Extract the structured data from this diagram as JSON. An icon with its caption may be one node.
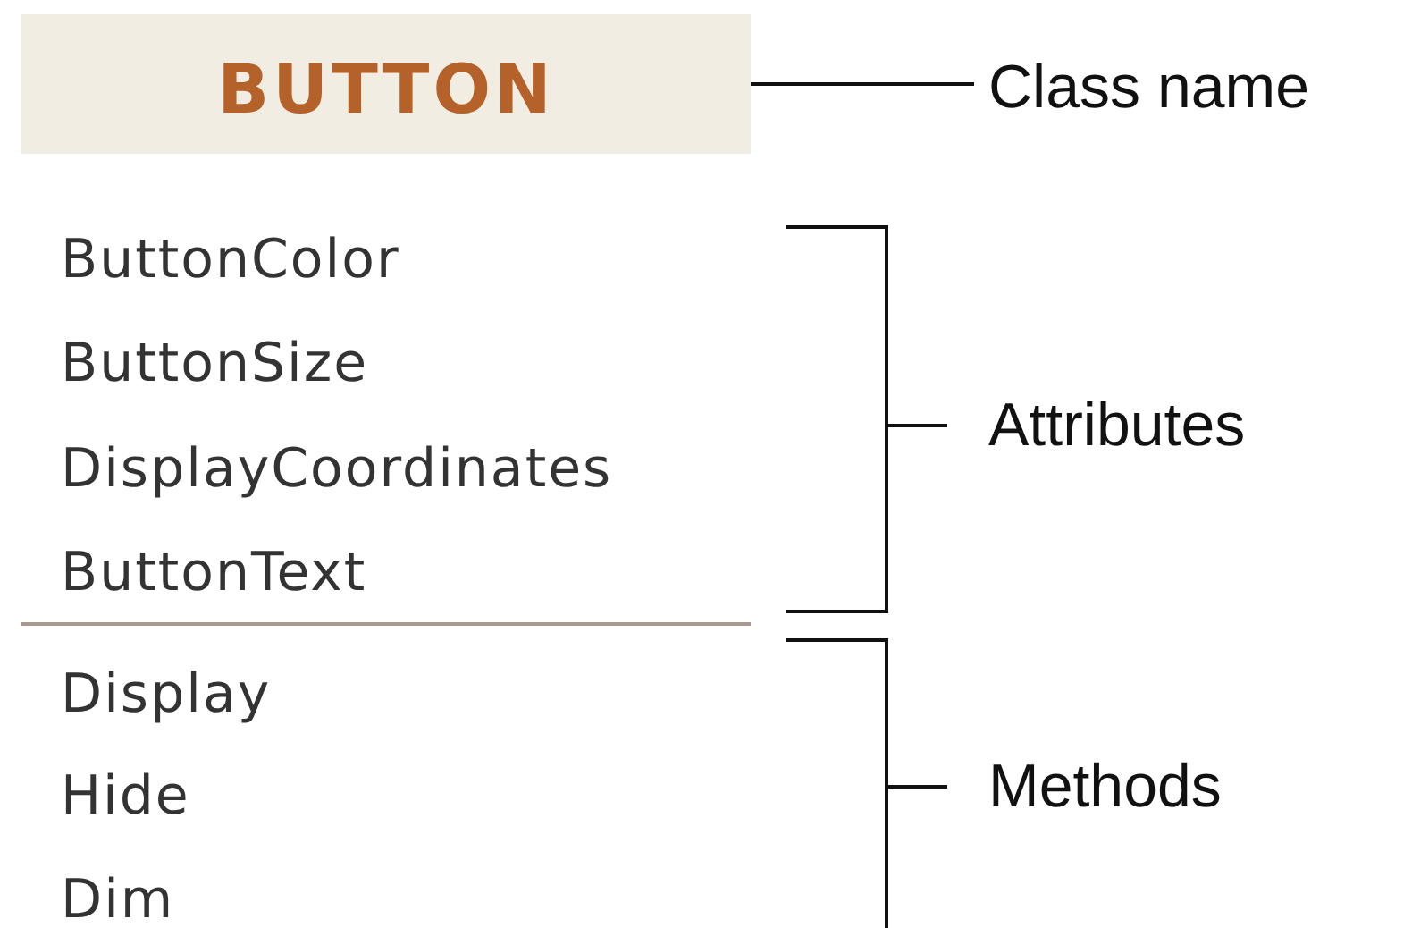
{
  "diagram": {
    "nodes": [
      {
        "text": [
          "BUTTON"
        ]
      },
      {
        "text": [
          "ButtonColor",
          "ButtonSize",
          "DisplayCoordinates",
          "ButtonText"
        ]
      },
      {
        "text": [
          "Display",
          "Hide",
          "Dim"
        ]
      },
      {
        "text": [
          "Class name"
        ]
      }
    ],
    "edges": [
      {
        "from": 3,
        "to": 0,
        "arrow": "none"
      }
    ],
    "labels": [
      "Attributes",
      "Methods"
    ]
  }
}
